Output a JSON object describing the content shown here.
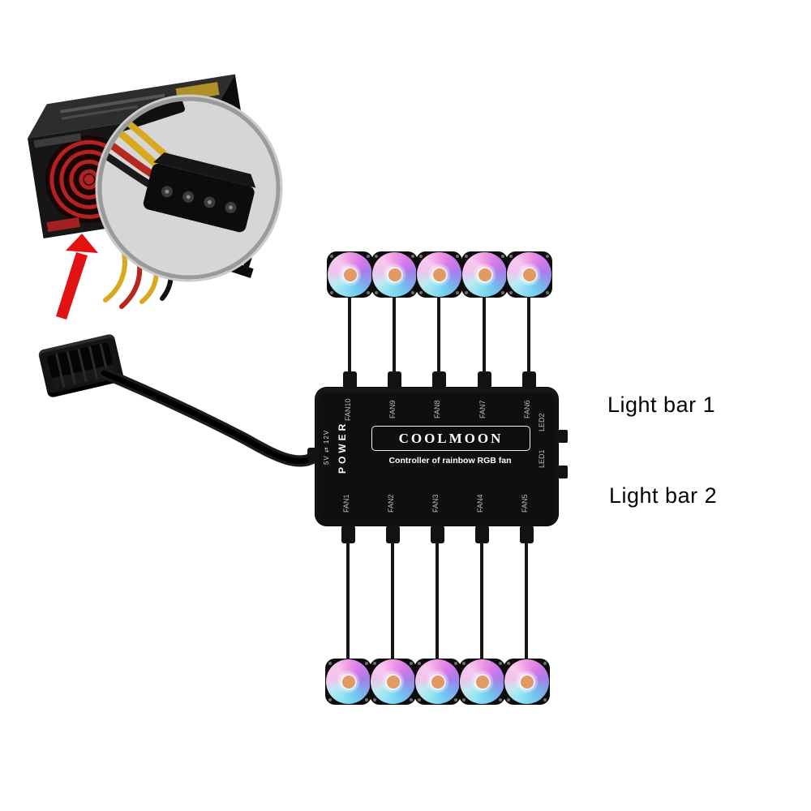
{
  "controller": {
    "brand": "COOLMOON",
    "subtitle": "Controller of rainbow RGB fan",
    "power_label": "POWER",
    "voltage_label": "5V ⇄ 12V",
    "top_ports": [
      "FAN10",
      "FAN9",
      "FAN8",
      "FAN7",
      "FAN6"
    ],
    "bottom_ports": [
      "FAN1",
      "FAN2",
      "FAN3",
      "FAN4",
      "FAN5"
    ],
    "led_ports": [
      "LED2",
      "LED1"
    ]
  },
  "light_bars": [
    {
      "label": "Light bar 1"
    },
    {
      "label": "Light bar 2"
    }
  ],
  "fans": {
    "top_count": 5,
    "bottom_count": 5
  },
  "colors": {
    "background": "#ffffff",
    "controller_body": "#0f0f0f",
    "cable": "#161616",
    "arrow": "#e31212",
    "fan_hub": "#e09a62"
  }
}
